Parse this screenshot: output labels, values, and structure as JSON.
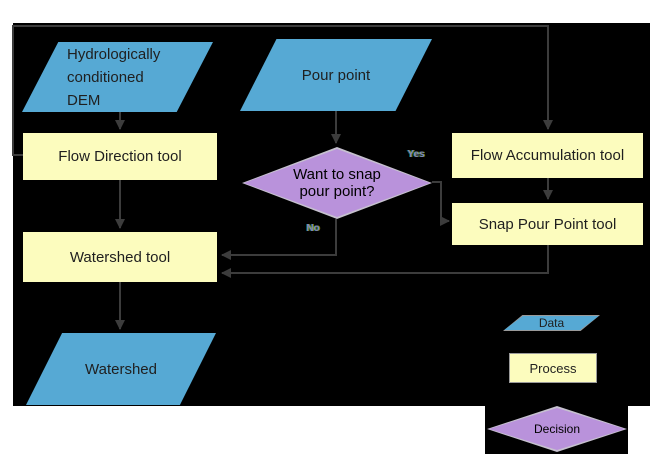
{
  "nodes": {
    "dem": {
      "label": "Hydrologically\nconditioned\nDEM",
      "type": "data"
    },
    "pour_point": {
      "label": "Pour point",
      "type": "data"
    },
    "flow_direction": {
      "label": "Flow Direction tool",
      "type": "process"
    },
    "flow_accumulation": {
      "label": "Flow Accumulation tool",
      "type": "process"
    },
    "snap_pour_point": {
      "label": "Snap Pour Point tool",
      "type": "process"
    },
    "decision": {
      "label": "Want to snap\npour point?",
      "type": "decision"
    },
    "watershed_tool": {
      "label": "Watershed tool",
      "type": "process"
    },
    "watershed": {
      "label": "Watershed",
      "type": "data"
    }
  },
  "edge_labels": {
    "yes": "Yes",
    "no": "No"
  },
  "legend": {
    "data": {
      "label": "Data"
    },
    "process": {
      "label": "Process"
    },
    "decision": {
      "label": "Decision"
    }
  },
  "colors": {
    "data_fill": "#56A9D4",
    "process_fill": "#FCFCBE",
    "decision_fill": "#B992DB",
    "decision_border": "#C6C1CF",
    "connector": "#3C3C3C",
    "canvas_background": "#000000",
    "page_background": "#FFFFFF",
    "text": "#1F1F1F"
  },
  "edges": [
    {
      "from": "dem",
      "to": "flow_direction"
    },
    {
      "from": "pour_point",
      "to": "decision"
    },
    {
      "from": "flow_direction",
      "to": "flow_accumulation"
    },
    {
      "from": "flow_direction",
      "to": "watershed_tool"
    },
    {
      "from": "flow_accumulation",
      "to": "snap_pour_point"
    },
    {
      "from": "decision",
      "to": "snap_pour_point",
      "label": "Yes"
    },
    {
      "from": "decision",
      "to": "watershed_tool",
      "label": "No"
    },
    {
      "from": "snap_pour_point",
      "to": "watershed_tool"
    },
    {
      "from": "watershed_tool",
      "to": "watershed"
    }
  ]
}
